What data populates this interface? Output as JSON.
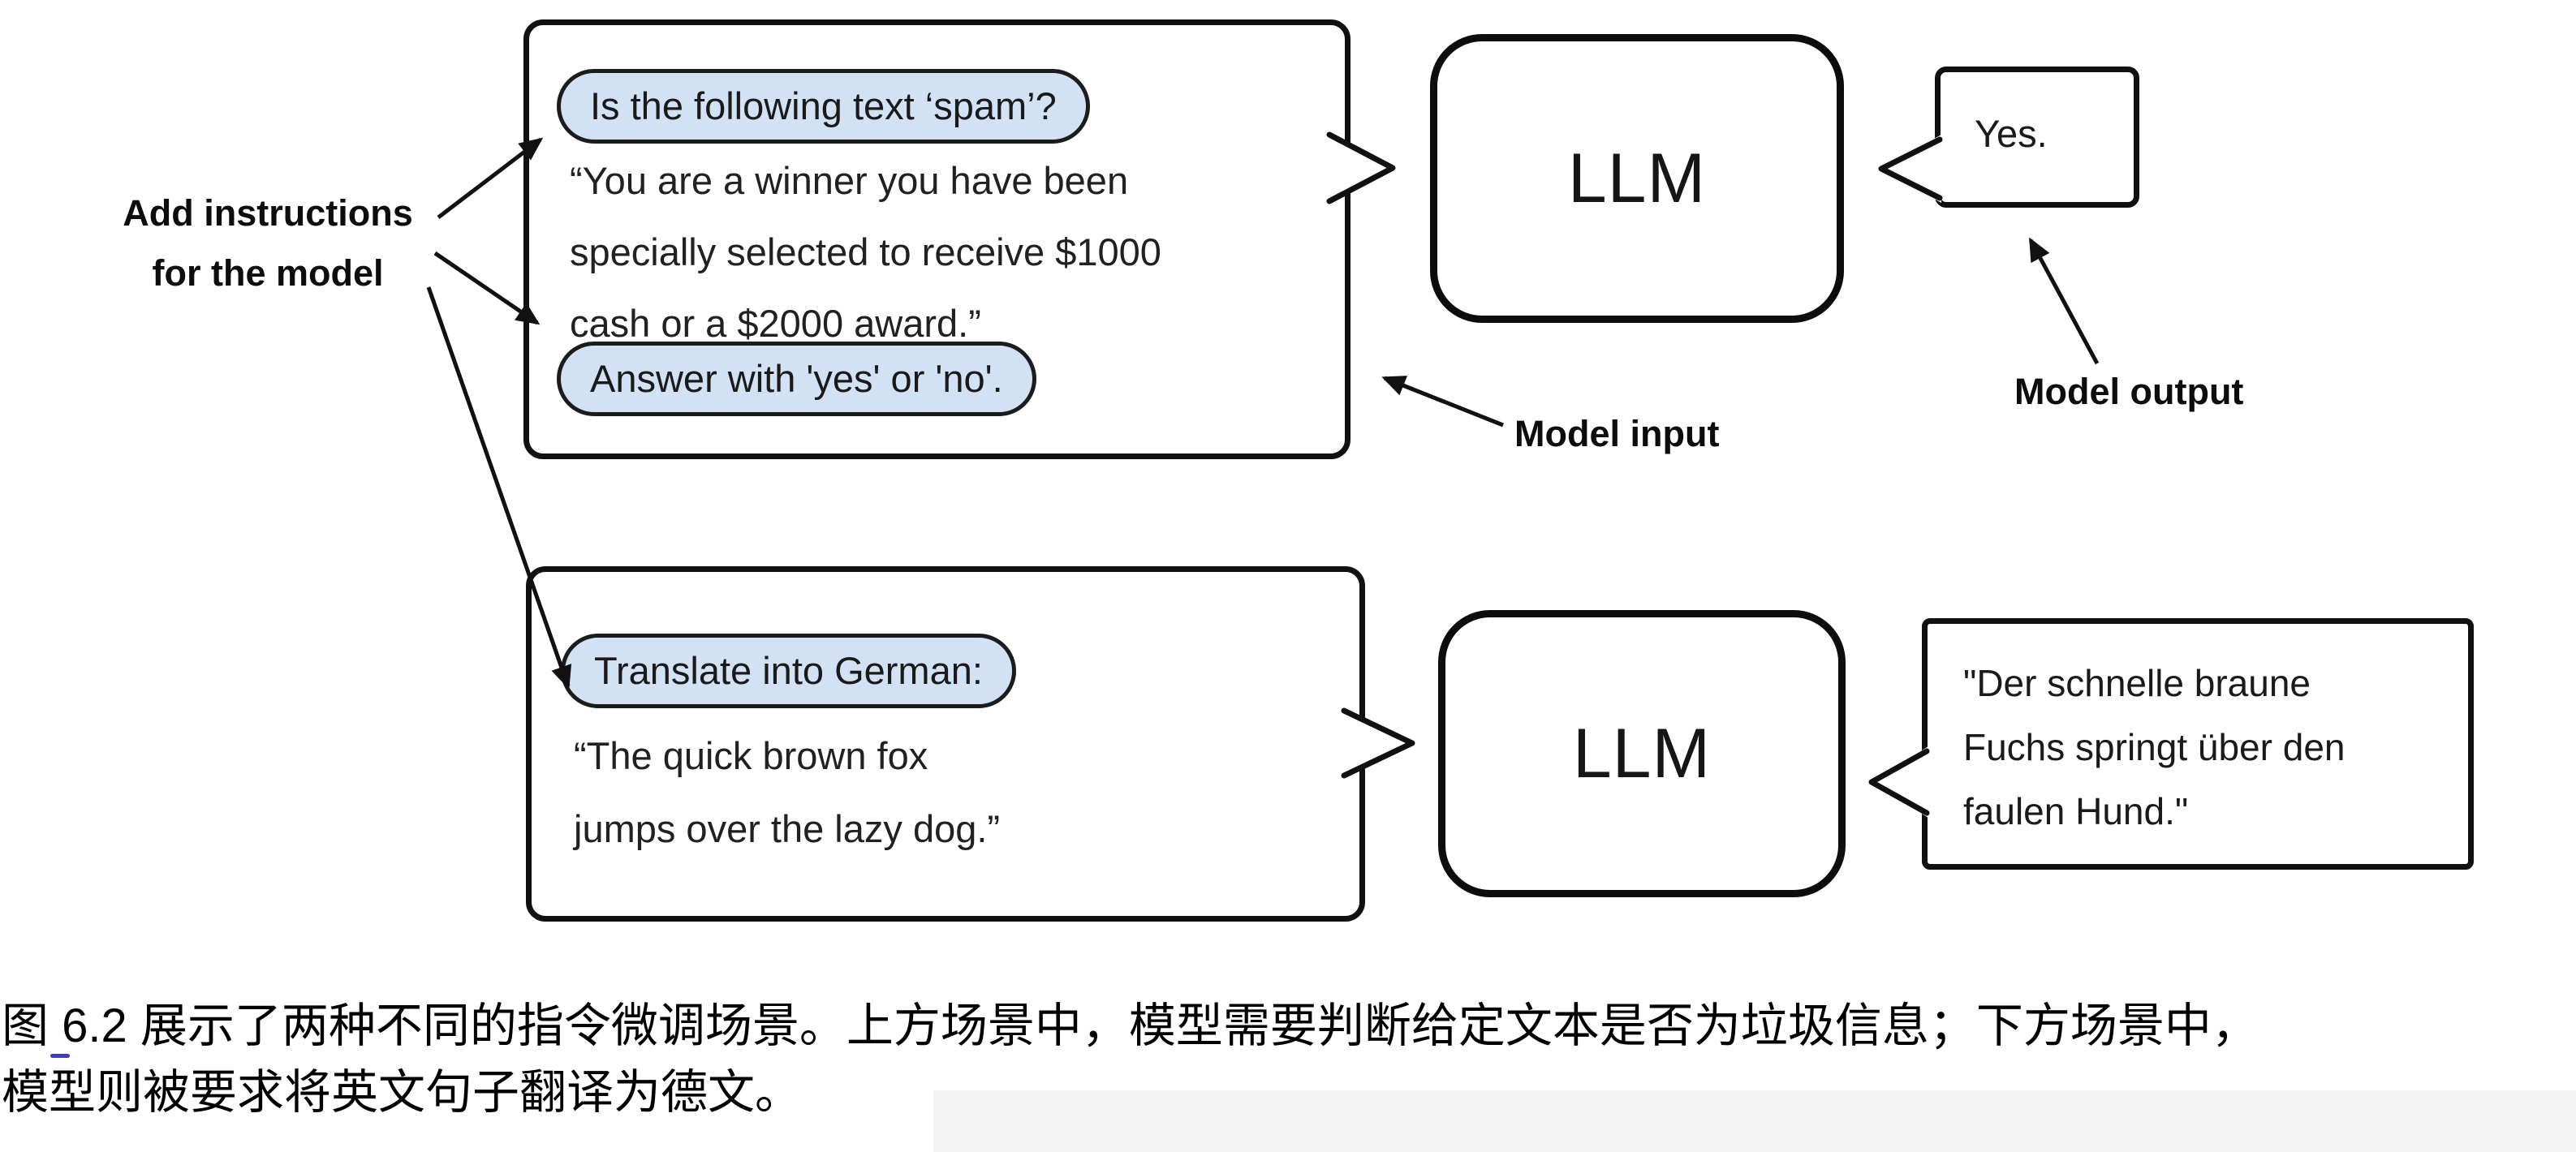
{
  "palette": {
    "pill_bg": "#d2e2f4",
    "pill_border": "#1c1c1c",
    "box_border": "#111111",
    "background": "#ffffff",
    "text": "#1c1c1c",
    "link_underline": "#3c3cc0"
  },
  "labels": {
    "add_instructions_line1": "Add instructions",
    "add_instructions_line2": "for the model",
    "model_input": "Model input",
    "model_output": "Model output"
  },
  "scenario_top": {
    "instruction_1": "Is the following text ‘spam’?",
    "input_text_lines": [
      "“You are a winner you have been",
      "specially selected to receive $1000",
      "cash or a $2000 award.”"
    ],
    "instruction_2": "Answer with 'yes' or 'no'.",
    "llm": "LLM",
    "output": "Yes."
  },
  "scenario_bottom": {
    "instruction": "Translate into German:",
    "input_text_lines": [
      "“The quick brown fox",
      "jumps over the lazy dog.”"
    ],
    "llm": "LLM",
    "output_lines": [
      "\"Der schnelle braune",
      "Fuchs springt über den",
      "faulen Hund.\""
    ]
  },
  "caption": {
    "line1": "图 6.2 展示了两种不同的指令微调场景。上方场景中，模型需要判断给定文本是否为垃圾信息；下方场景中，",
    "line2": "模型则被要求将英文句子翻译为德文。"
  }
}
